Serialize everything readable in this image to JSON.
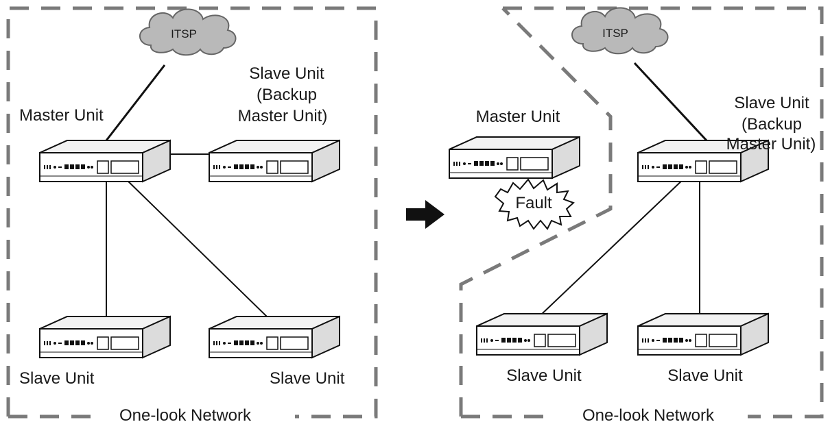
{
  "left_network": {
    "cloud_label": "ITSP",
    "master_label": "Master Unit",
    "backup_label_lines": [
      "Slave Unit",
      "(Backup",
      "Master Unit)"
    ],
    "slave_left_label": "Slave Unit",
    "slave_right_label": "Slave Unit",
    "network_label": "One-look Network"
  },
  "right_network": {
    "cloud_label": "ITSP",
    "master_label": "Master Unit",
    "fault_label": "Fault",
    "backup_label_lines": [
      "Slave Unit",
      "(Backup",
      "Master Unit)"
    ],
    "slave_left_label": "Slave Unit",
    "slave_right_label": "Slave Unit",
    "network_label": "One-look Network"
  },
  "transition_arrow": "arrow-right-icon"
}
